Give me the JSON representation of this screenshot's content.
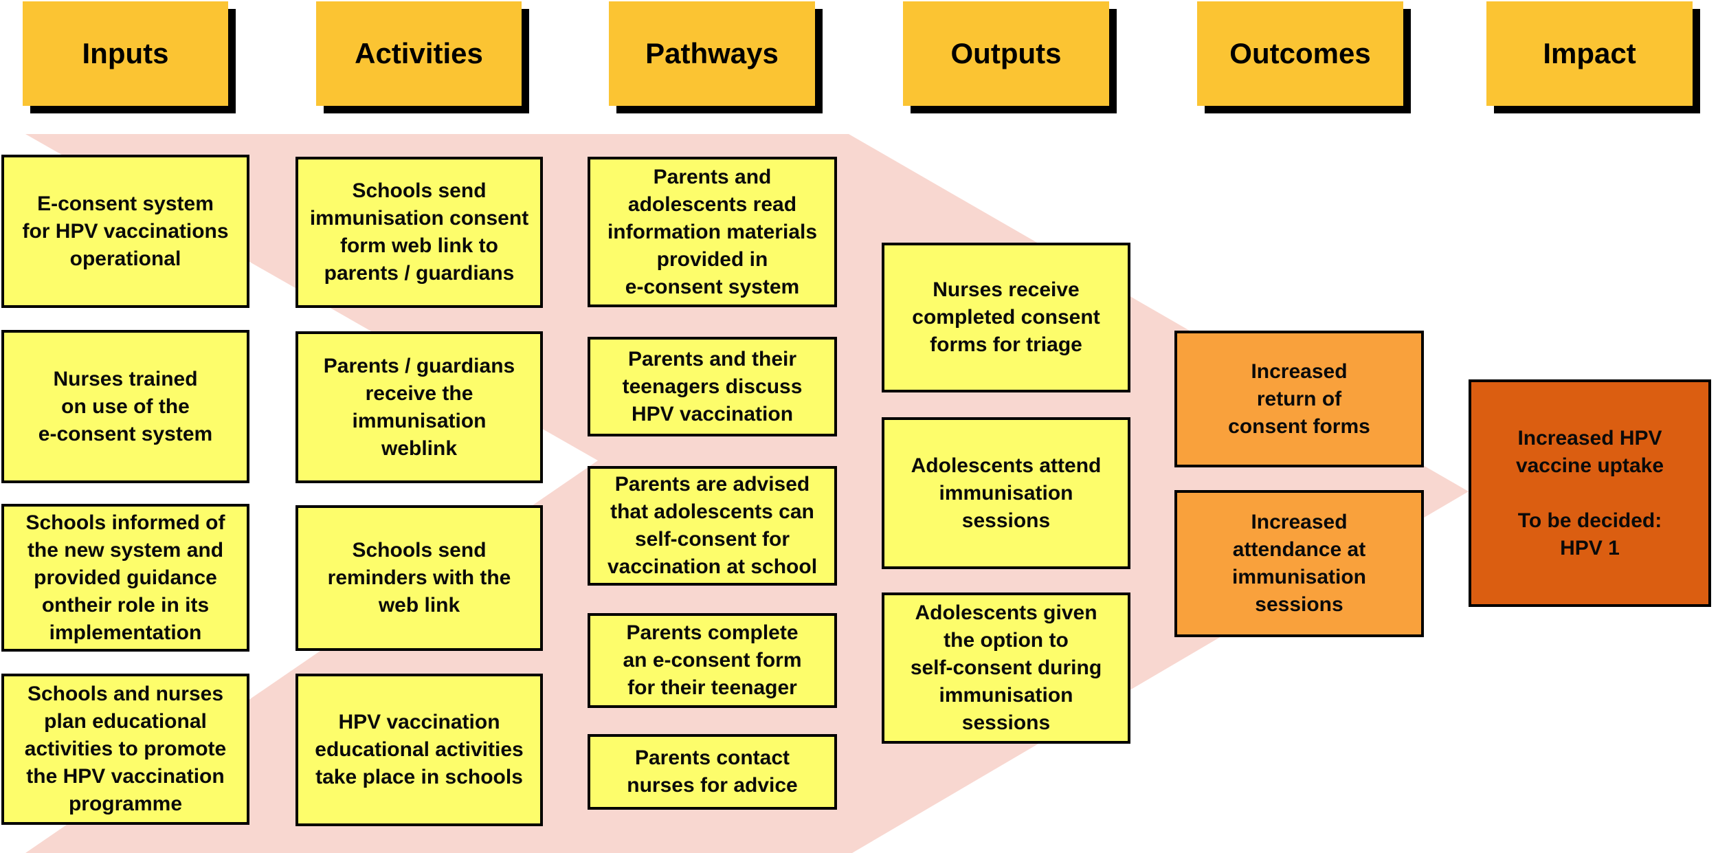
{
  "colors": {
    "header_gold": "#FBC433",
    "box_yellow": "#FDFD6B",
    "box_orange": "#F9A13C",
    "box_dark_orange": "#DB5E11",
    "arrow_pink": "#F8D7D0",
    "border_black": "#000000",
    "shadow_black": "#000000"
  },
  "columns": [
    {
      "header": "Inputs",
      "boxes": [
        {
          "text": "E-consent system\nfor HPV vaccinations\noperational"
        },
        {
          "text": "Nurses trained\non use of the\ne-consent system"
        },
        {
          "text": "Schools informed of\nthe new system and\nprovided guidance\nontheir role in its\nimplementation"
        },
        {
          "text": "Schools and nurses\nplan educational\nactivities to promote\nthe HPV vaccination\nprogramme"
        }
      ]
    },
    {
      "header": "Activities",
      "boxes": [
        {
          "text": "Schools send\nimmunisation consent\nform web link to\nparents / guardians"
        },
        {
          "text": "Parents / guardians\nreceive the\nimmunisation\nweblink"
        },
        {
          "text": "Schools send\nreminders with the\nweb link"
        },
        {
          "text": "HPV vaccination\neducational activities\ntake place in schools"
        }
      ]
    },
    {
      "header": "Pathways",
      "boxes": [
        {
          "text": "Parents and\nadolescents read\ninformation materials\nprovided in\ne-consent system"
        },
        {
          "text": "Parents and their\nteenagers discuss\nHPV vaccination"
        },
        {
          "text": "Parents are advised\nthat adolescents can\nself-consent for\nvaccination at school"
        },
        {
          "text": "Parents complete\nan e-consent form\nfor their teenager"
        },
        {
          "text": "Parents contact\nnurses for advice"
        }
      ]
    },
    {
      "header": "Outputs",
      "boxes": [
        {
          "text": "Nurses receive\ncompleted consent\nforms for triage"
        },
        {
          "text": "Adolescents attend\nimmunisation\nsessions"
        },
        {
          "text": "Adolescents given\nthe option to\nself-consent during\nimmunisation\nsessions"
        }
      ]
    },
    {
      "header": "Outcomes",
      "boxes": [
        {
          "text": "Increased\nreturn of\nconsent forms"
        },
        {
          "text": "Increased\nattendance at\nimmunisation\nsessions"
        }
      ]
    },
    {
      "header": "Impact",
      "boxes": [
        {
          "text": "Increased HPV\nvaccine uptake\n\nTo be decided:\nHPV 1"
        }
      ]
    }
  ]
}
